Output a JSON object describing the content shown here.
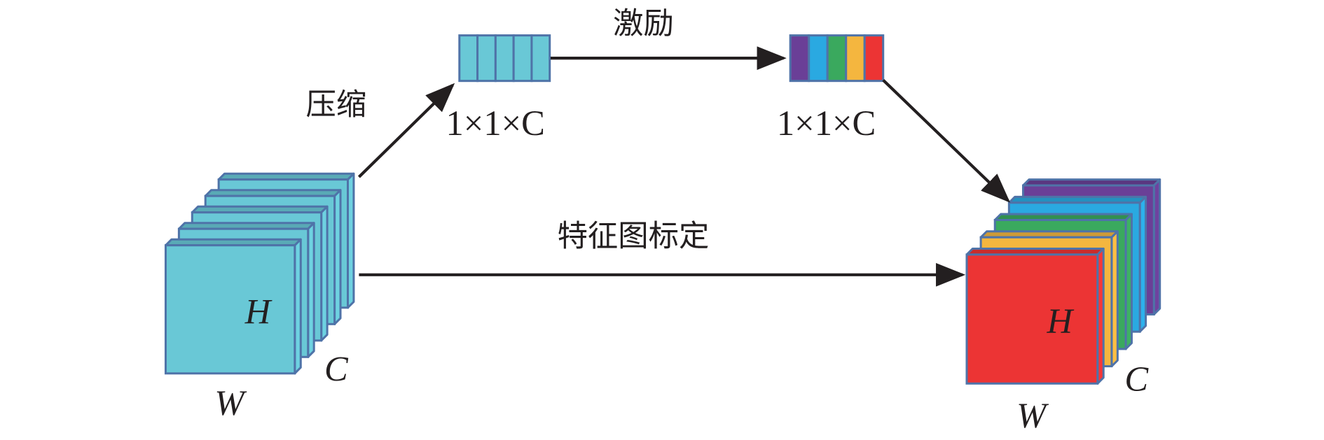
{
  "labels": {
    "squeeze": "压缩",
    "excitation": "激励",
    "scale": "特征图标定",
    "squeeze_dims": "1×1×C",
    "excitation_dims": "1×1×C"
  },
  "input_tensor": {
    "height_label": "H",
    "width_label": "W",
    "channel_label": "C",
    "layer_colors": [
      "#69c8d6",
      "#69c8d6",
      "#69c8d6",
      "#69c8d6",
      "#69c8d6"
    ]
  },
  "output_tensor": {
    "height_label": "H",
    "width_label": "W",
    "channel_label": "C",
    "layer_colors": [
      "#6a3f97",
      "#2aa9e1",
      "#3aa95e",
      "#f4b63f",
      "#ec3434"
    ]
  },
  "squeeze_vector": {
    "cell_colors": [
      "#69c8d6",
      "#69c8d6",
      "#69c8d6",
      "#69c8d6",
      "#69c8d6"
    ]
  },
  "excitation_vector": {
    "cell_colors": [
      "#6a3f97",
      "#2aa9e1",
      "#3aa95e",
      "#f4b63f",
      "#ec3434"
    ]
  },
  "colors": {
    "outline": "#4f73a8",
    "arrow": "#231f20"
  }
}
